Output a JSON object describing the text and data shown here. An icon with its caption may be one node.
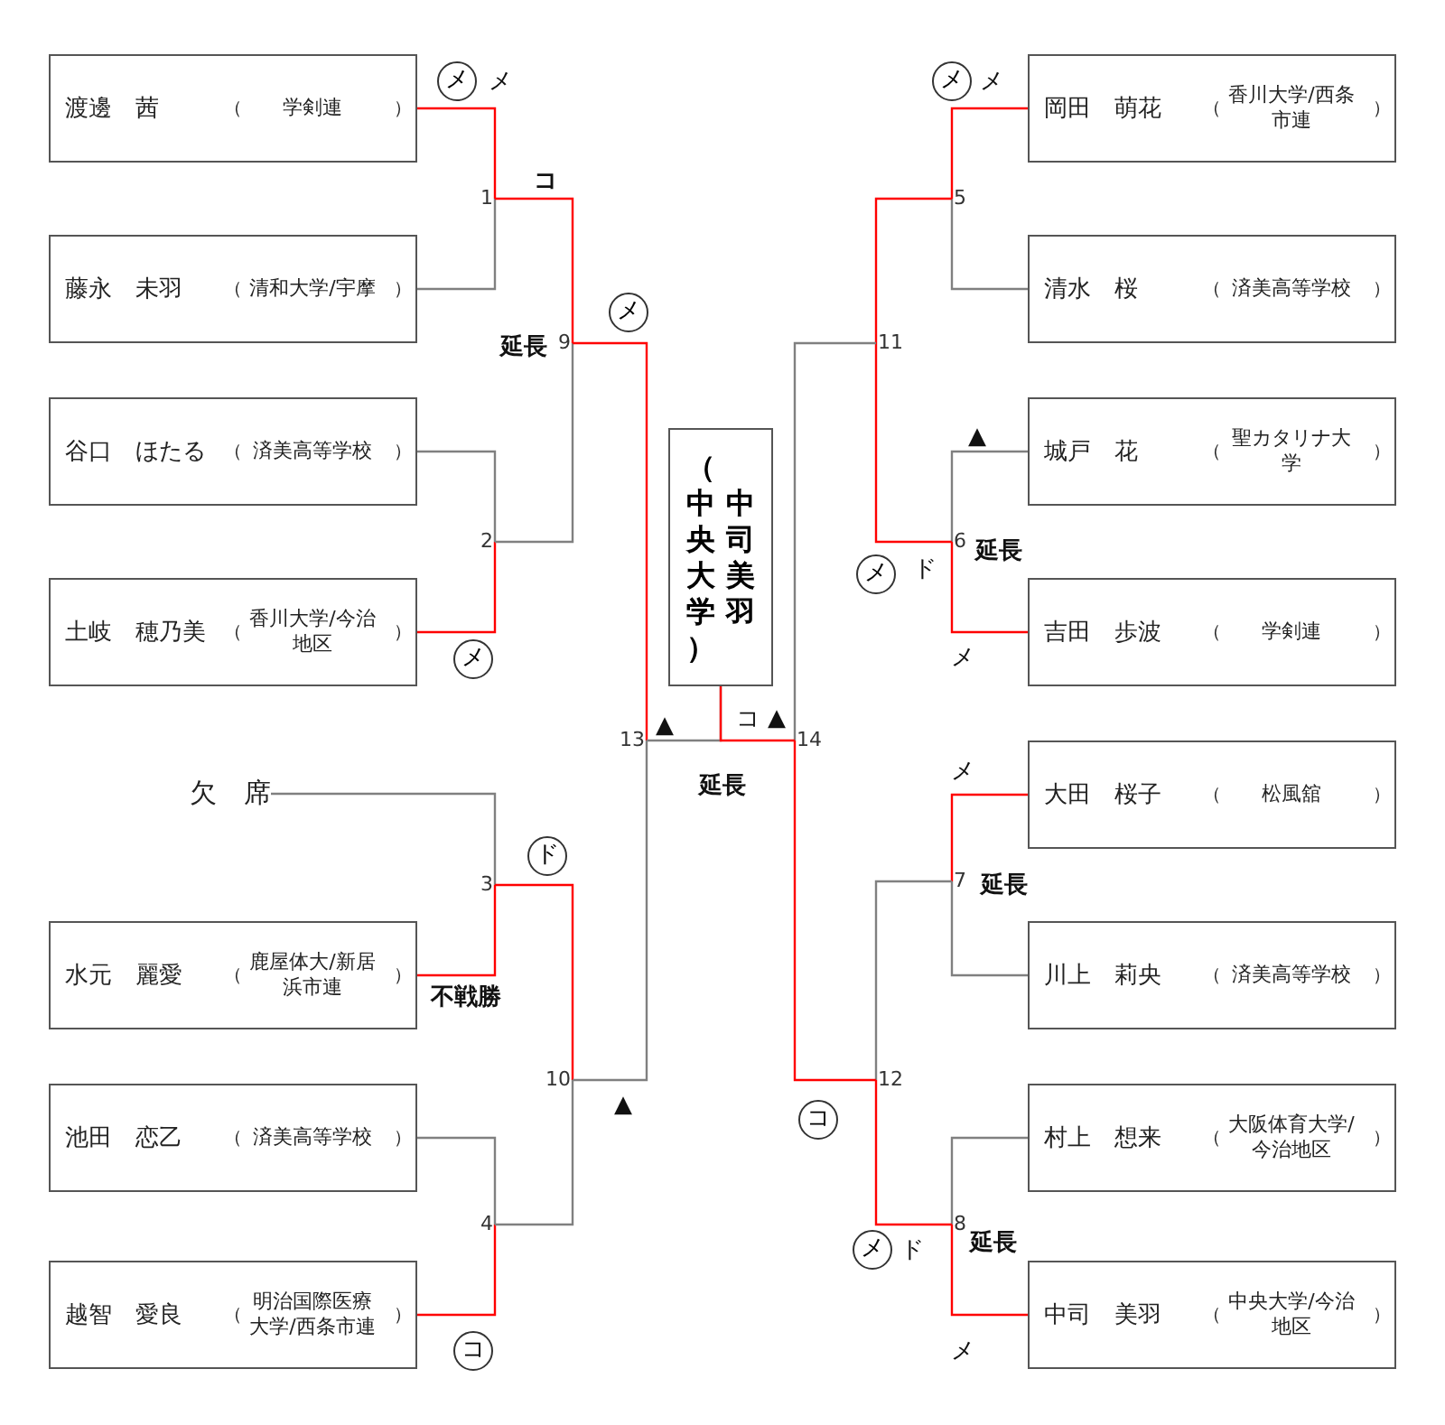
{
  "diagram": {
    "nodes": [
      {
        "text": [
          "渡邊　茜",
          "（",
          "学剣連",
          "）"
        ]
      },
      {
        "text": [
          "藤永　未羽",
          "（",
          "清和大学/宇摩",
          "）"
        ]
      },
      {
        "text": [
          "谷口　ほたる",
          "（",
          "済美高等学校",
          "）"
        ]
      },
      {
        "text": [
          "土岐　穂乃美",
          "（",
          "香川大学/今治地区",
          "）"
        ]
      },
      {
        "text": [
          "欠　席"
        ]
      },
      {
        "text": [
          "水元　麗愛",
          "（",
          "鹿屋体大/新居浜市連",
          "）"
        ]
      },
      {
        "text": [
          "池田　恋乙",
          "（",
          "済美高等学校",
          "）"
        ]
      },
      {
        "text": [
          "越智　愛良",
          "（",
          "明治国際医療大学/西条市連",
          "）"
        ]
      },
      {
        "text": [
          "（中央大学）",
          "中司美羽"
        ]
      },
      {
        "text": [
          "岡田　萌花",
          "（",
          "香川大学/西条市連",
          "）"
        ]
      },
      {
        "text": [
          "清水　桜",
          "（",
          "済美高等学校",
          "）"
        ]
      },
      {
        "text": [
          "城戸　花",
          "（",
          "聖カタリナ大学",
          "）"
        ]
      },
      {
        "text": [
          "吉田　歩波",
          "（",
          "学剣連",
          "）"
        ]
      },
      {
        "text": [
          "大田　桜子",
          "（",
          "松風舘",
          "）"
        ]
      },
      {
        "text": [
          "川上　莉央",
          "（",
          "済美高等学校",
          "）"
        ]
      },
      {
        "text": [
          "村上　想来",
          "（",
          "大阪体育大学/今治地区",
          "）"
        ]
      },
      {
        "text": [
          "中司　美羽",
          "（",
          "中央大学/今治地区",
          "）"
        ]
      },
      {
        "text": [
          "1"
        ]
      },
      {
        "text": [
          "2"
        ]
      },
      {
        "text": [
          "3"
        ]
      },
      {
        "text": [
          "4"
        ]
      },
      {
        "text": [
          "5"
        ]
      },
      {
        "text": [
          "6"
        ]
      },
      {
        "text": [
          "7"
        ]
      },
      {
        "text": [
          "8"
        ]
      },
      {
        "text": [
          "9"
        ]
      },
      {
        "text": [
          "10"
        ]
      },
      {
        "text": [
          "11"
        ]
      },
      {
        "text": [
          "12"
        ]
      },
      {
        "text": [
          "13"
        ]
      },
      {
        "text": [
          "14"
        ]
      },
      {
        "text": [
          "メ"
        ]
      },
      {
        "text": [
          "メ"
        ]
      },
      {
        "text": [
          "メ"
        ]
      },
      {
        "text": [
          "ド"
        ]
      },
      {
        "text": [
          "コ"
        ]
      },
      {
        "text": [
          "メ"
        ]
      },
      {
        "text": [
          "メ"
        ]
      },
      {
        "text": [
          "コ"
        ]
      },
      {
        "text": [
          "メ"
        ]
      }
    ],
    "edges": [
      {
        "from": 0,
        "to": 17,
        "arrow": "none",
        "color": "#ff0000"
      },
      {
        "from": 1,
        "to": 17,
        "arrow": "none",
        "color": "#808080"
      },
      {
        "from": 2,
        "to": 18,
        "arrow": "none",
        "color": "#808080"
      },
      {
        "from": 3,
        "to": 18,
        "arrow": "none",
        "color": "#ff0000"
      },
      {
        "from": 4,
        "to": 19,
        "arrow": "none",
        "color": "#808080"
      },
      {
        "from": 5,
        "to": 19,
        "arrow": "none",
        "color": "#ff0000"
      },
      {
        "from": 6,
        "to": 20,
        "arrow": "none",
        "color": "#808080"
      },
      {
        "from": 7,
        "to": 20,
        "arrow": "none",
        "color": "#ff0000"
      },
      {
        "from": 9,
        "to": 21,
        "arrow": "none",
        "color": "#ff0000"
      },
      {
        "from": 10,
        "to": 21,
        "arrow": "none",
        "color": "#808080"
      },
      {
        "from": 11,
        "to": 22,
        "arrow": "none",
        "color": "#808080"
      },
      {
        "from": 12,
        "to": 22,
        "arrow": "none",
        "color": "#ff0000"
      },
      {
        "from": 13,
        "to": 23,
        "arrow": "none",
        "color": "#ff0000"
      },
      {
        "from": 14,
        "to": 23,
        "arrow": "none",
        "color": "#808080"
      },
      {
        "from": 15,
        "to": 24,
        "arrow": "none",
        "color": "#808080"
      },
      {
        "from": 16,
        "to": 24,
        "arrow": "none",
        "color": "#ff0000"
      },
      {
        "from": 17,
        "to": 25,
        "arrow": "none",
        "color": "#ff0000"
      },
      {
        "from": 18,
        "to": 25,
        "arrow": "none",
        "color": "#808080"
      },
      {
        "from": 19,
        "to": 26,
        "arrow": "none",
        "color": "#ff0000"
      },
      {
        "from": 20,
        "to": 26,
        "arrow": "none",
        "color": "#808080"
      },
      {
        "from": 21,
        "to": 27,
        "arrow": "none",
        "color": "#ff0000"
      },
      {
        "from": 22,
        "to": 27,
        "arrow": "none",
        "color": "#ff0000"
      },
      {
        "from": 23,
        "to": 28,
        "arrow": "none",
        "color": "#808080"
      },
      {
        "from": 24,
        "to": 28,
        "arrow": "none",
        "color": "#ff0000"
      },
      {
        "from": 25,
        "to": 29,
        "arrow": "none",
        "color": "#ff0000"
      },
      {
        "from": 26,
        "to": 29,
        "arrow": "none",
        "color": "#808080"
      },
      {
        "from": 27,
        "to": 30,
        "arrow": "none",
        "color": "#808080"
      },
      {
        "from": 28,
        "to": 30,
        "arrow": "none",
        "color": "#ff0000"
      },
      {
        "from": 29,
        "to": 8,
        "arrow": "none",
        "color": "#808080"
      },
      {
        "from": 30,
        "to": 8,
        "arrow": "none",
        "color": "#ff0000"
      }
    ],
    "labels": [
      "メ",
      "コ",
      "延長",
      "不戦勝",
      "▲",
      "▲",
      "コ",
      "▲",
      "延長",
      "メ",
      "▲",
      "延長",
      "ド",
      "メ",
      "メ",
      "延長",
      "延長",
      "ド",
      "メ"
    ]
  }
}
